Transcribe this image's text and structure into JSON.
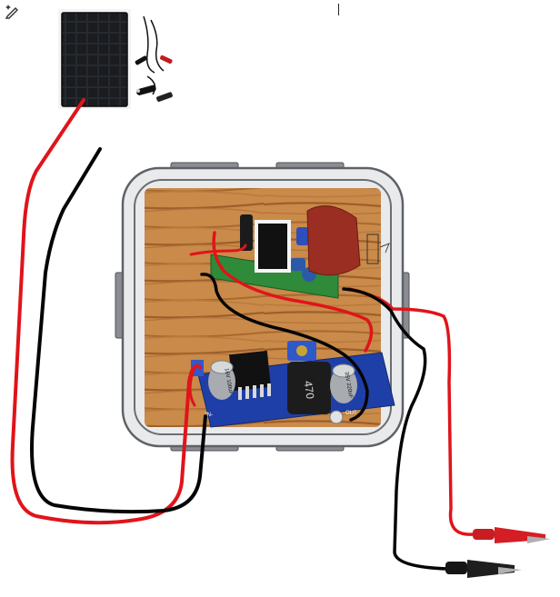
{
  "toolbar": {
    "tool_icon": "draw-pen-sparkle-icon"
  },
  "parts": {
    "solar_panel": {
      "name": "solar-panel"
    },
    "enclosure": {
      "name": "junction-box"
    },
    "ac_board": {
      "name": "ac-power-board"
    },
    "buck_converter": {
      "name": "buck-converter-module",
      "inductor_label": "470",
      "cap1_label": "16V 100uF",
      "cap2_label": "35V 220uF",
      "in_label": "IN-",
      "out_label": "OUT"
    },
    "clips": {
      "red": "red-alligator-clip",
      "black": "black-alligator-clip"
    }
  },
  "wires": {
    "colors": {
      "positive": "#e0141a",
      "negative": "#050505"
    }
  },
  "colors": {
    "wood": "#c98a4a",
    "wood_dark": "#a8662c",
    "box_border": "#5e6266",
    "box_fill": "#e9eaec",
    "pcb_blue": "#1f3fa8",
    "pcb_green": "#2f8a3a"
  }
}
